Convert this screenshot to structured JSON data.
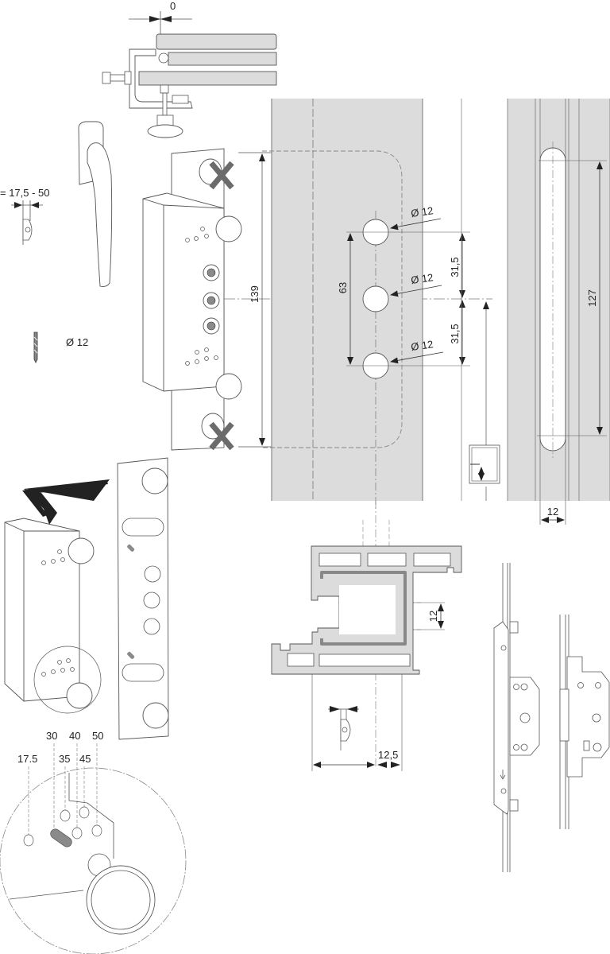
{
  "colors": {
    "profile_fill": "#dcdcdd",
    "line": "#555555",
    "dark_line": "#222222",
    "cross_mark": "#6b6b6b",
    "pin_fill": "#8a8a8a",
    "background": "#ffffff"
  },
  "clamp_view": {
    "offset_label": "0"
  },
  "handle_view": {
    "backset_label": "= 17,5 - 50",
    "drill_label": "Ø 12"
  },
  "jig_view": {
    "height_label": "139"
  },
  "drilling_pattern": {
    "hole_labels": [
      "Ø 12",
      "Ø 12",
      "Ø 12"
    ],
    "spacing_total": "63",
    "spacing_upper": "31,5",
    "spacing_lower": "31,5"
  },
  "slot_view": {
    "slot_length": "127",
    "slot_width": "12"
  },
  "profile_section": {
    "depth_label": "12",
    "offset_label": "12,5"
  },
  "backset_scale": {
    "top_labels": [
      "30",
      "40",
      "50"
    ],
    "bottom_labels": [
      "17.5",
      "35",
      "45"
    ]
  }
}
